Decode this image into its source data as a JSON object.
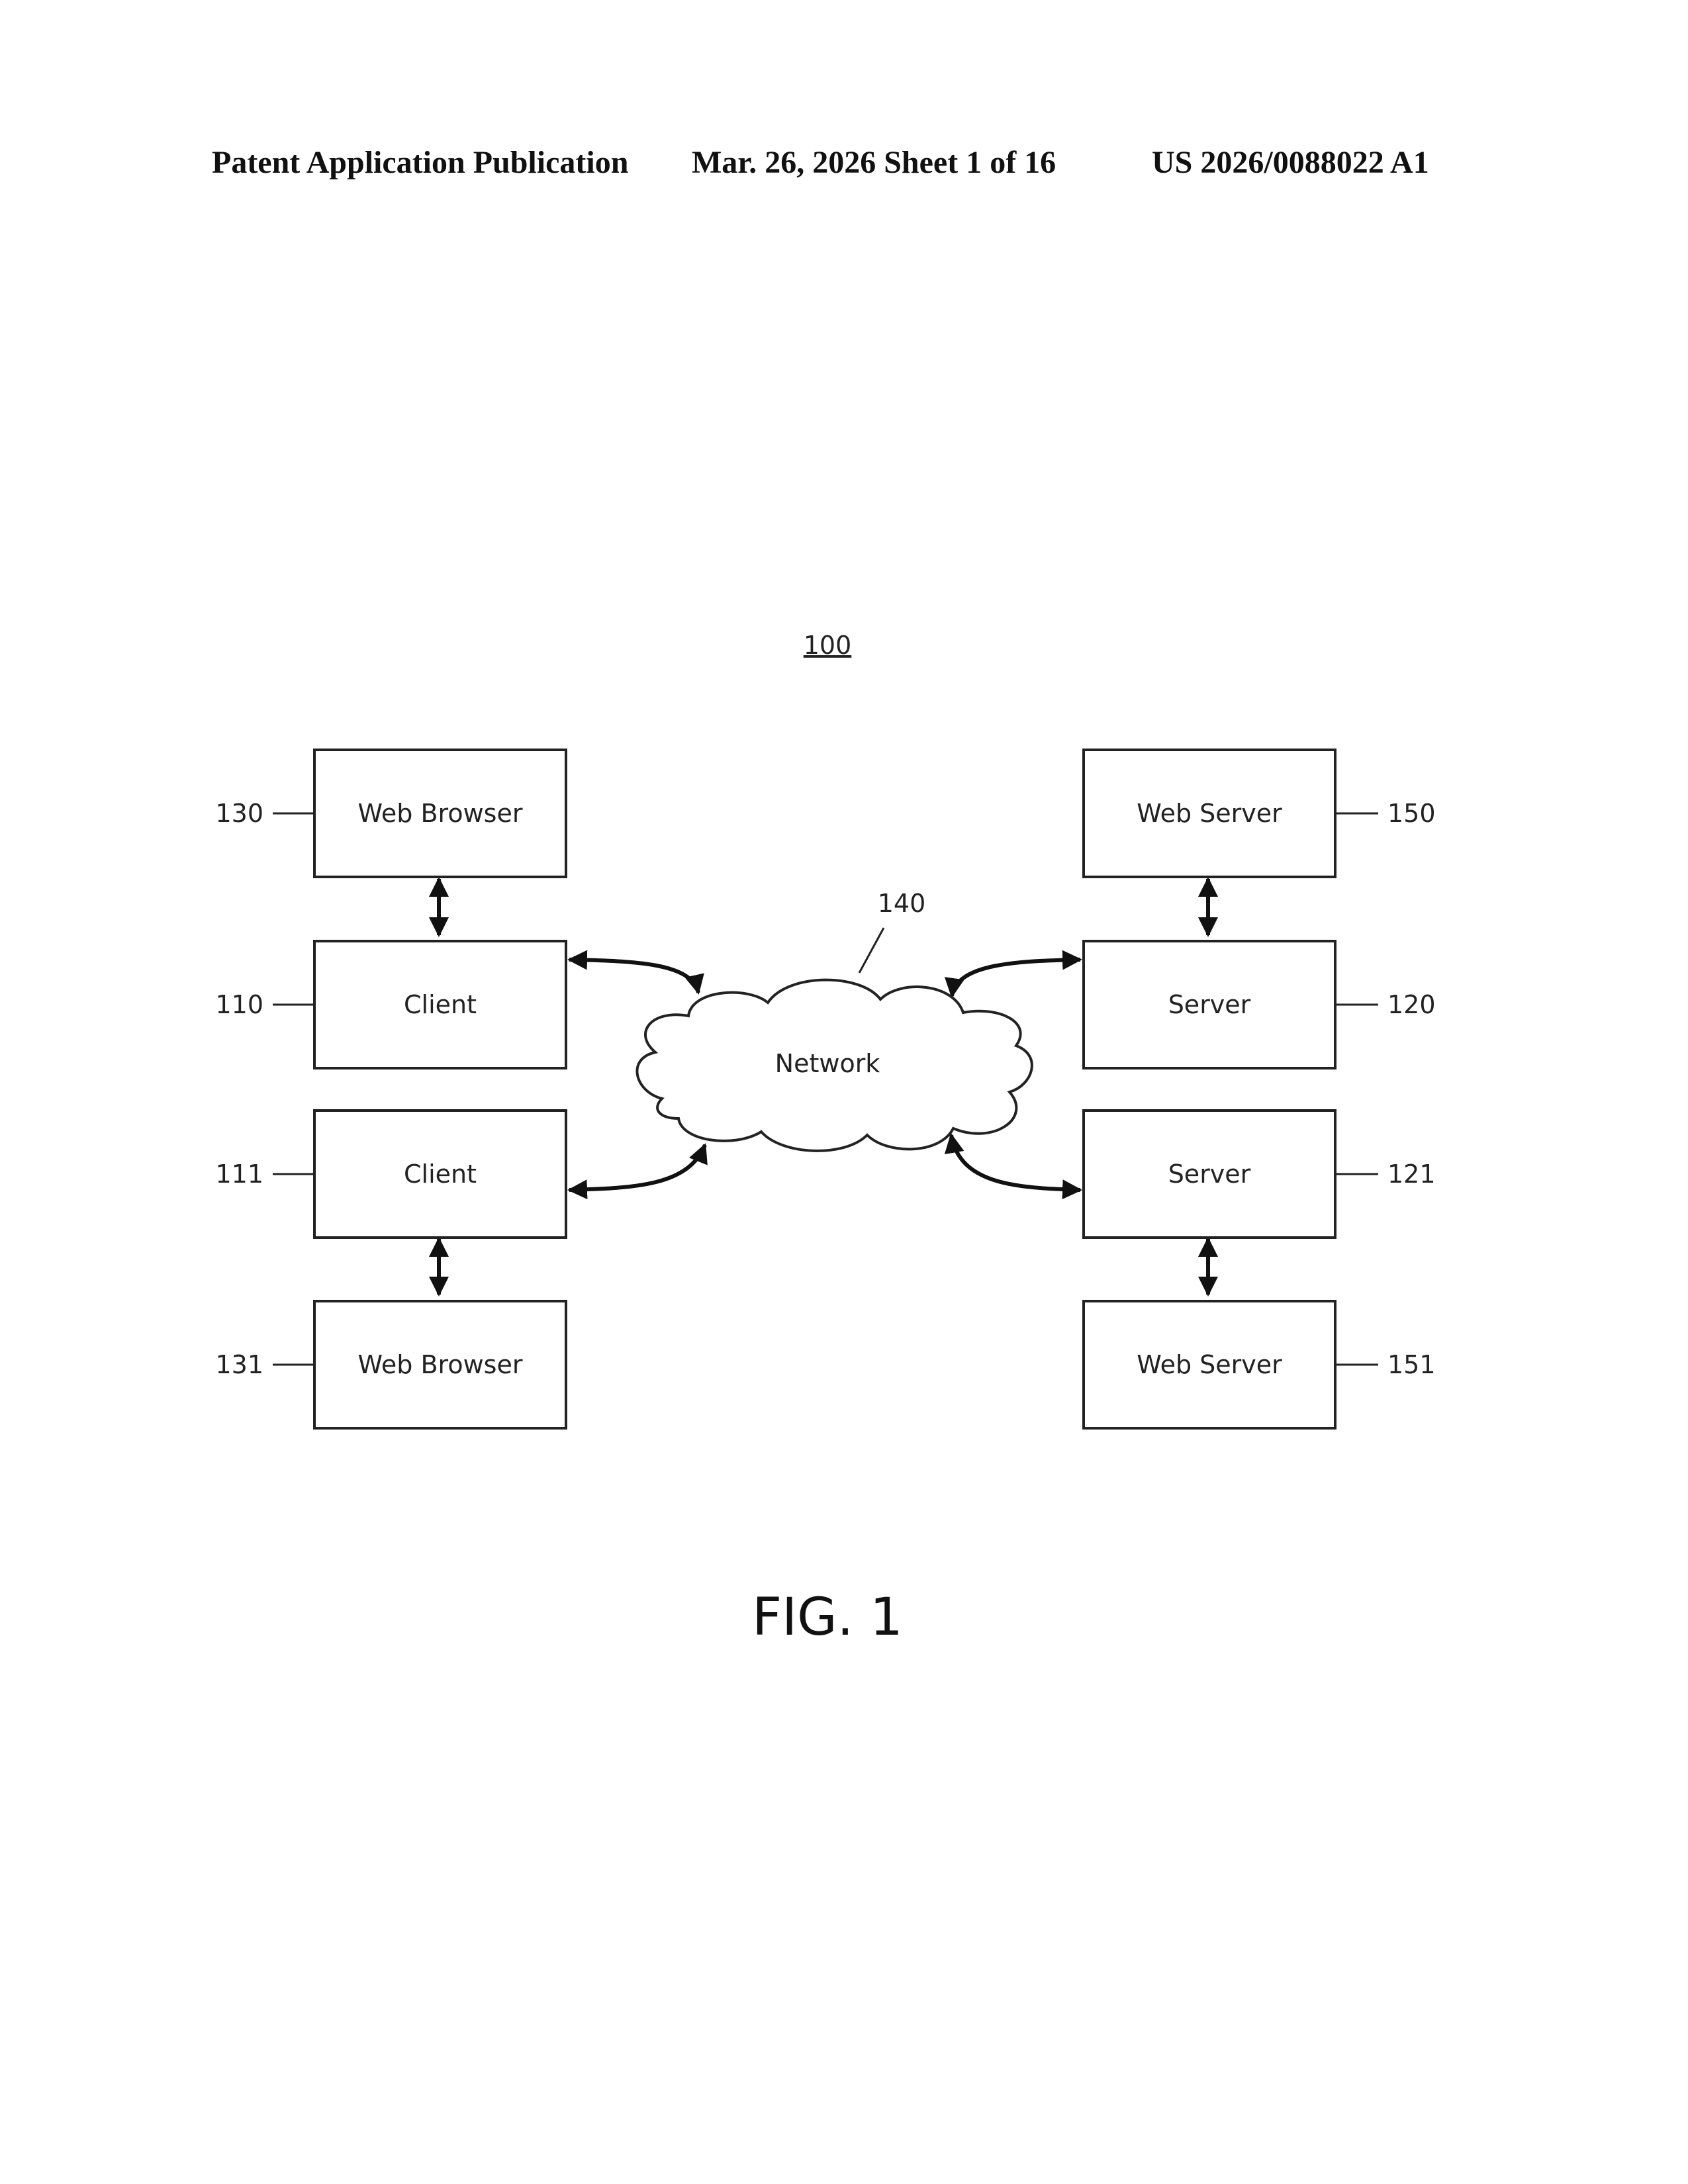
{
  "header": {
    "left": "Patent Application Publication",
    "middle": "Mar. 26, 2026  Sheet 1 of 16",
    "right": "US 2026/0088022 A1"
  },
  "figure": {
    "ref": "100",
    "caption": "FIG. 1"
  },
  "nodes": {
    "web_browser_130": {
      "label": "Web Browser",
      "ref": "130"
    },
    "client_110": {
      "label": "Client",
      "ref": "110"
    },
    "client_111": {
      "label": "Client",
      "ref": "111"
    },
    "web_browser_131": {
      "label": "Web Browser",
      "ref": "131"
    },
    "web_server_150": {
      "label": "Web Server",
      "ref": "150"
    },
    "server_120": {
      "label": "Server",
      "ref": "120"
    },
    "server_121": {
      "label": "Server",
      "ref": "121"
    },
    "web_server_151": {
      "label": "Web Server",
      "ref": "151"
    },
    "network_140": {
      "label": "Network",
      "ref": "140"
    }
  },
  "edges": [
    {
      "from": "web_browser_130",
      "to": "client_110",
      "bidirectional": true
    },
    {
      "from": "client_111",
      "to": "web_browser_131",
      "bidirectional": true
    },
    {
      "from": "web_server_150",
      "to": "server_120",
      "bidirectional": true
    },
    {
      "from": "server_121",
      "to": "web_server_151",
      "bidirectional": true
    },
    {
      "from": "client_110",
      "to": "network_140",
      "bidirectional": true
    },
    {
      "from": "client_111",
      "to": "network_140",
      "bidirectional": true
    },
    {
      "from": "server_120",
      "to": "network_140",
      "bidirectional": true
    },
    {
      "from": "server_121",
      "to": "network_140",
      "bidirectional": true
    }
  ]
}
